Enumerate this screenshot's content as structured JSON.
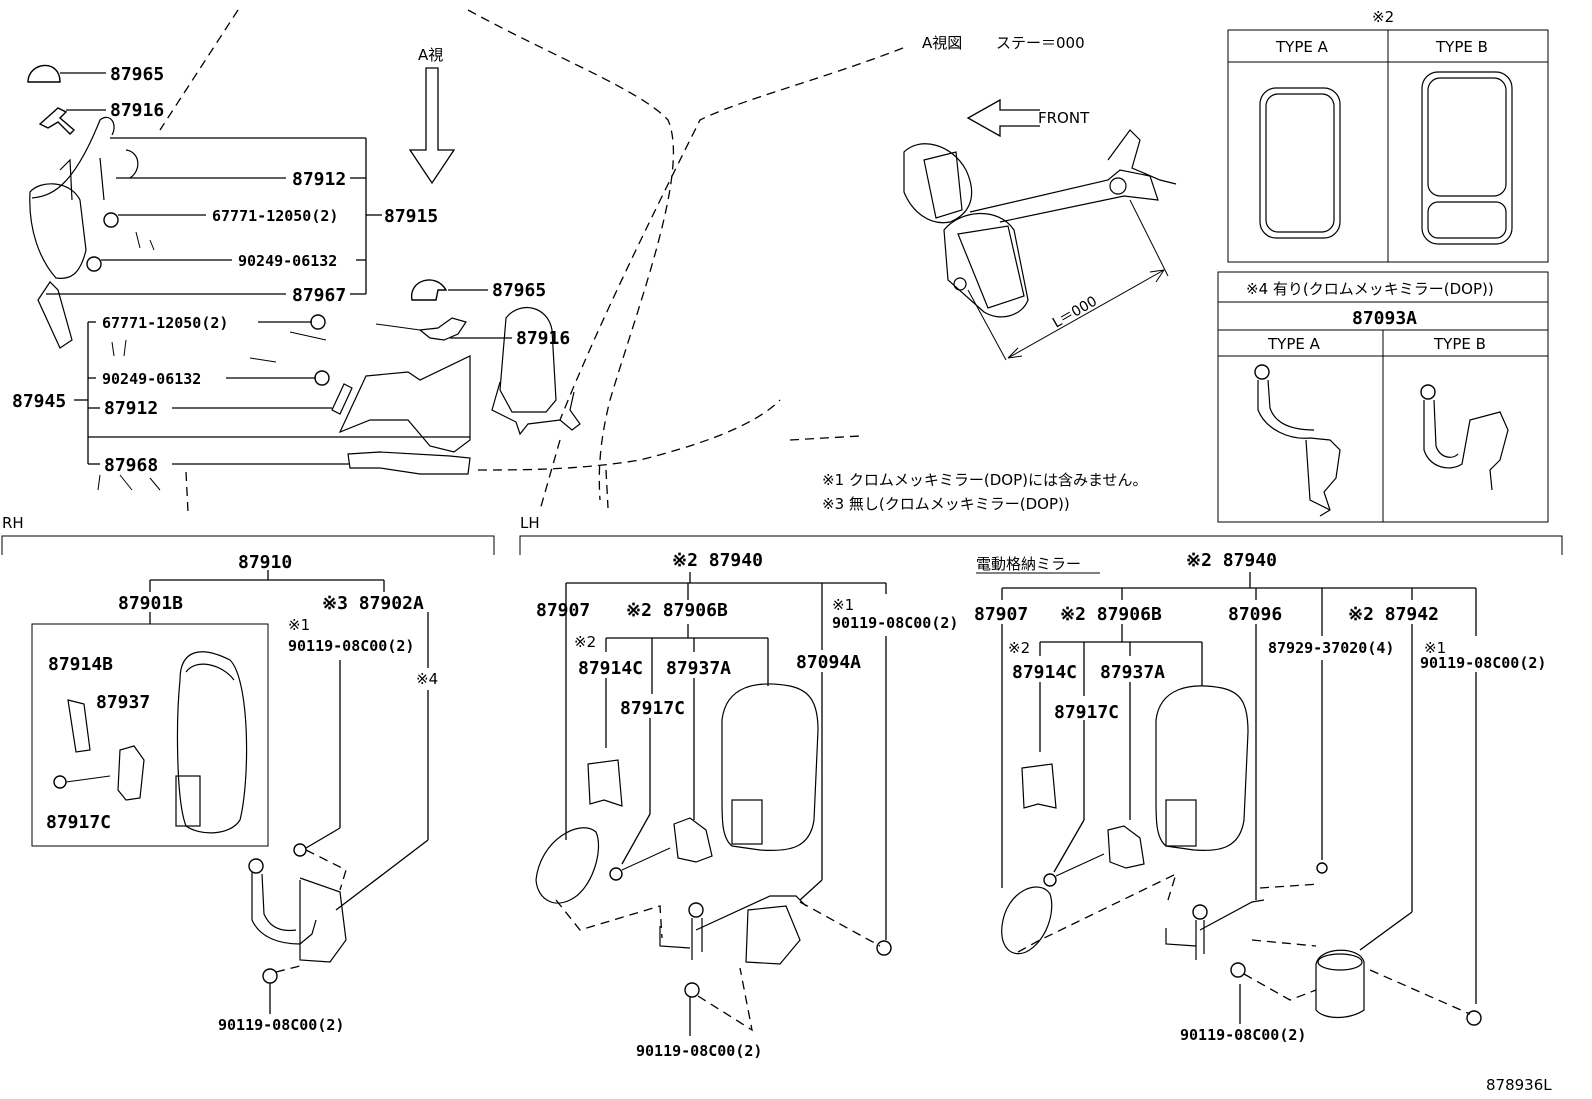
{
  "view": {
    "view_arrow": "A視",
    "view_title": "A視図",
    "stay": "ステー＝000",
    "front": "FRONT",
    "length": "L＝000"
  },
  "top_parts": {
    "p87965a": "87965",
    "p87916a": "87916",
    "p87912a": "87912",
    "p67771a": "67771-12050(2)",
    "p87915": "87915",
    "p90249a": "90249-06132",
    "p87967": "87967",
    "p87965b": "87965",
    "p87916b": "87916",
    "p67771b": "67771-12050(2)",
    "p90249b": "90249-06132",
    "p87945": "87945",
    "p87912b": "87912",
    "p87968": "87968"
  },
  "type_box1": {
    "mark": "※2",
    "type_a": "TYPE A",
    "type_b": "TYPE B"
  },
  "type_box2": {
    "header": "※4 有り(クロムメッキミラー(DOP))",
    "part": "87093A",
    "type_a": "TYPE A",
    "type_b": "TYPE B"
  },
  "notes": {
    "note1": "※1 クロムメッキミラー(DOP)には含みません。",
    "note3": "※3 無し(クロムメッキミラー(DOP))"
  },
  "rh": {
    "side": "RH",
    "assy": "87910",
    "p87901b": "87901B",
    "p87902a": "※3 87902A",
    "m1": "※1",
    "bolt1": "90119-08C00(2)",
    "m4": "※4",
    "p87914b": "87914B",
    "p87937": "87937",
    "p87917c": "87917C",
    "bolt2": "90119-08C00(2)"
  },
  "lh": {
    "side": "LH",
    "assy1": "※2 87940",
    "p87907a": "87907",
    "p87906b_a": "※2 87906B",
    "m1a": "※1",
    "bolt_a": "90119-08C00(2)",
    "m2a": "※2",
    "p87914c_a": "87914C",
    "p87937a_a": "87937A",
    "p87094a": "87094A",
    "p87917c_a": "87917C",
    "bolt_b": "90119-08C00(2)",
    "power_fold": "電動格納ミラー",
    "assy2": "※2 87940",
    "p87907b": "87907",
    "p87906b_b": "※2 87906B",
    "p87096": "87096",
    "p87942": "※2 87942",
    "p87929": "87929-37020(4)",
    "m1b": "※1",
    "bolt_c": "90119-08C00(2)",
    "m2b": "※2",
    "p87914c_b": "87914C",
    "p87937a_b": "87937A",
    "p87917c_b": "87917C",
    "bolt_d": "90119-08C00(2)"
  },
  "figure_id": "878936L"
}
